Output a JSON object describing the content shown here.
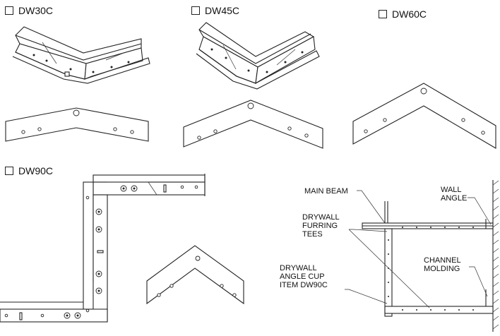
{
  "options": [
    {
      "label": "DW30C",
      "checked": false
    },
    {
      "label": "DW45C",
      "checked": false
    },
    {
      "label": "DW60C",
      "checked": false
    },
    {
      "label": "DW90C",
      "checked": false
    }
  ],
  "callouts": {
    "main_beam": "MAIN BEAM",
    "wall_angle": [
      "WALL",
      "ANGLE"
    ],
    "drywall_furring_tees": [
      "DRYWALL",
      "FURRING",
      "TEES"
    ],
    "channel_molding": [
      "CHANNEL",
      "MOLDING"
    ],
    "angle_cup": [
      "DRYWALL",
      "ANGLE CUP",
      "ITEM DW90C"
    ]
  }
}
